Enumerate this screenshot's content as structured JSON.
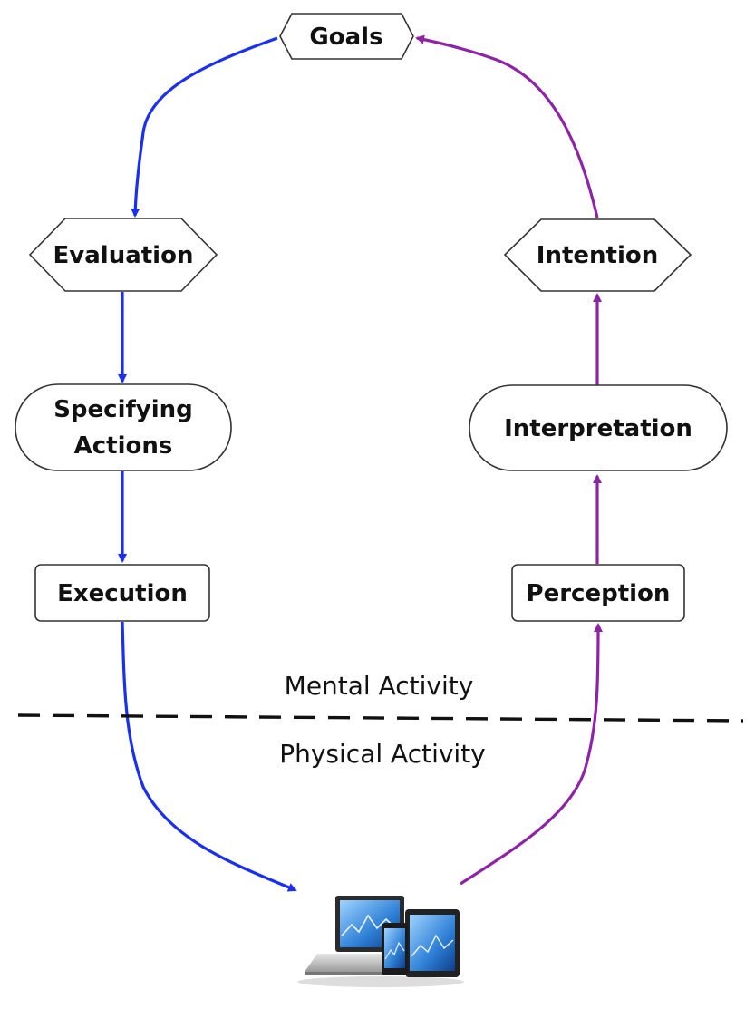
{
  "nodes": {
    "goals": "Goals",
    "evaluation": "Evaluation",
    "specifying_line1": "Specifying",
    "specifying_line2": "Actions",
    "execution": "Execution",
    "intention": "Intention",
    "interpretation": "Interpretation",
    "perception": "Perception"
  },
  "zones": {
    "mental": "Mental Activity",
    "physical": "Physical Activity"
  },
  "device_illustration": "laptop-tablet-phone-icon",
  "colors": {
    "execution_arrows": "#1a2ff0",
    "evaluation_arrows": "#8e24a5",
    "divider": "#111111",
    "node_border": "#333333"
  }
}
